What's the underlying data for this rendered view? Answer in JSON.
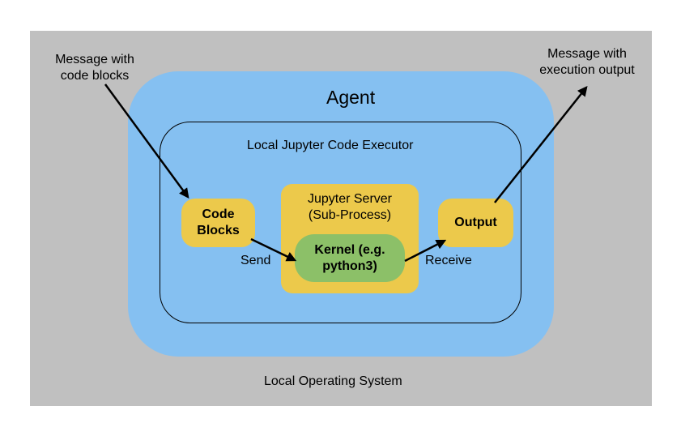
{
  "diagram": {
    "os_label": "Local Operating System",
    "agent_label": "Agent",
    "executor_label": "Local Jupyter Code Executor",
    "server_label_line1": "Jupyter Server",
    "server_label_line2": "(Sub-Process)",
    "kernel_label_line1": "Kernel (e.g.",
    "kernel_label_line2": "python3)",
    "code_blocks_line1": "Code",
    "code_blocks_line2": "Blocks",
    "output_label": "Output",
    "input_message_line1": "Message with",
    "input_message_line2": "code blocks",
    "output_message_line1": "Message with",
    "output_message_line2": "execution output",
    "send_label": "Send",
    "receive_label": "Receive"
  },
  "colors": {
    "os_background": "#c0c0c0",
    "agent_background": "#85c0f1",
    "box_yellow": "#ecc94b",
    "kernel_green": "#8cc068"
  }
}
